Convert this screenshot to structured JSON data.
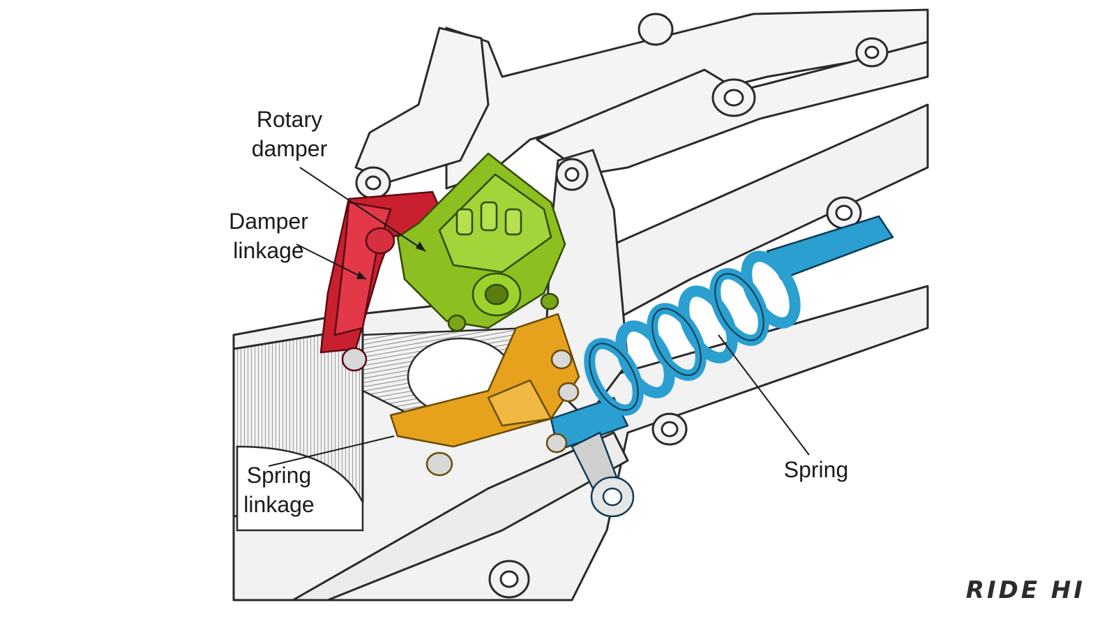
{
  "labels": {
    "rotary_damper": [
      "Rotary",
      "damper"
    ],
    "damper_linkage": [
      "Damper",
      "linkage"
    ],
    "spring_linkage": [
      "Spring",
      "linkage"
    ],
    "spring": "Spring"
  },
  "watermark": "RIDE HI",
  "colors": {
    "damper_linkage": "#c8202f",
    "rotary_damper": "#8cbf1f",
    "spring_linkage": "#e6a21d",
    "spring": "#2a9fd0",
    "frame_outline": "#2a2a2a",
    "frame_fill": "#f2f2f2"
  }
}
